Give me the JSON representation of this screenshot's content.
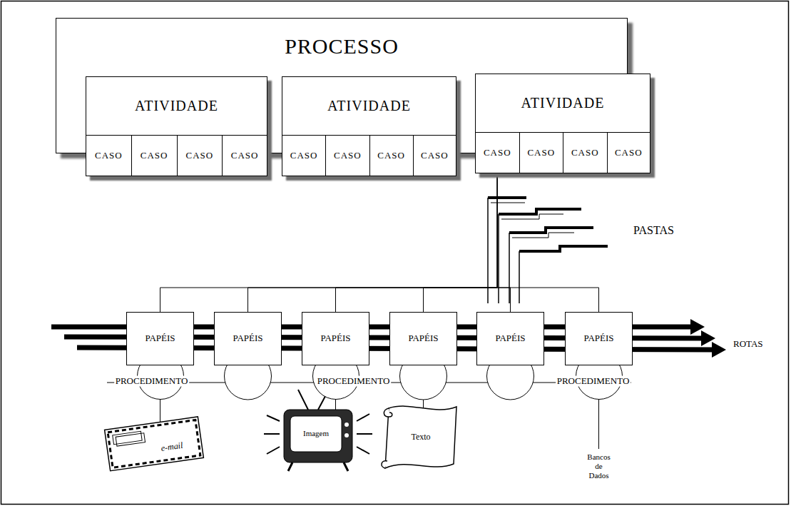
{
  "diagram": {
    "nodes": [
      {
        "text": [
          "PROCESSO"
        ]
      },
      {
        "text": [
          "ATIVIDADE"
        ],
        "in": 0
      },
      {
        "text": [
          "CASO"
        ],
        "in": 1
      },
      {
        "text": [
          "CASO"
        ],
        "in": 1
      },
      {
        "text": [
          "CASO"
        ],
        "in": 1
      },
      {
        "text": [
          "CASO"
        ],
        "in": 1
      },
      {
        "text": [
          "ATIVIDADE"
        ],
        "in": 0
      },
      {
        "text": [
          "CASO"
        ],
        "in": 6
      },
      {
        "text": [
          "CASO"
        ],
        "in": 6
      },
      {
        "text": [
          "CASO"
        ],
        "in": 6
      },
      {
        "text": [
          "CASO"
        ],
        "in": 6
      },
      {
        "text": [
          "ATIVIDADE"
        ],
        "in": 0
      },
      {
        "text": [
          "CASO"
        ],
        "in": 11
      },
      {
        "text": [
          "CASO"
        ],
        "in": 11
      },
      {
        "text": [
          "CASO"
        ],
        "in": 11
      },
      {
        "text": [
          "CASO"
        ],
        "in": 11
      },
      {
        "text": [
          "PAPÉIS"
        ]
      },
      {
        "text": [
          "PAPÉIS"
        ]
      },
      {
        "text": [
          "PAPÉIS"
        ]
      },
      {
        "text": [
          "PAPÉIS"
        ]
      },
      {
        "text": [
          "PAPÉIS"
        ]
      },
      {
        "text": [
          "PAPÉIS"
        ]
      },
      {
        "text": [
          "PROCEDIMENTO"
        ]
      },
      {
        "text": [
          "PROCEDIMENTO"
        ]
      },
      {
        "text": [
          "PROCEDIMENTO"
        ]
      }
    ],
    "edges": [
      {
        "from": 12,
        "to": 16,
        "arrow": "none"
      },
      {
        "from": 12,
        "to": 17,
        "arrow": "none"
      },
      {
        "from": 12,
        "to": 18,
        "arrow": "none"
      },
      {
        "from": 12,
        "to": 19,
        "arrow": "none"
      },
      {
        "from": 12,
        "to": 20,
        "arrow": "none"
      },
      {
        "from": 12,
        "to": 21,
        "arrow": "none"
      }
    ],
    "labels": [
      "PASTAS",
      "ROTAS",
      "e-mail",
      "Imagem",
      "Texto",
      "Bancos de Dados"
    ]
  }
}
